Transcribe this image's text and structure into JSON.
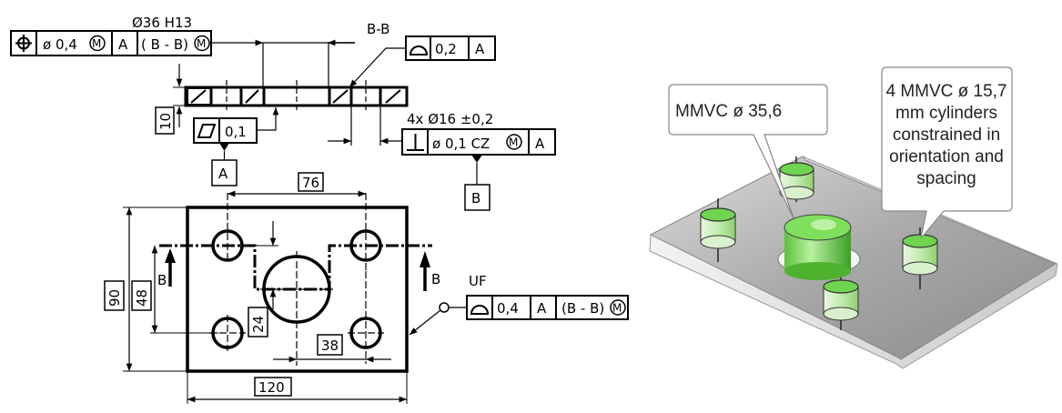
{
  "drawing": {
    "top_fcf": {
      "dimension": "Ø36 H13",
      "symbol": "position",
      "tolerance": "ø 0,4",
      "tolerance_modifier": "M",
      "datum_primary": "A",
      "datum_secondary": "( B - B)",
      "datum_modifier": "M"
    },
    "section_label": "B-B",
    "profile_fcf": {
      "symbol": "profile-of-surface",
      "tolerance": "0,2",
      "datum": "A"
    },
    "flatness_fcf": {
      "symbol": "flatness",
      "tolerance": "0,1"
    },
    "datum_a": "A",
    "thickness_dim": "10",
    "holes_callout": "4x Ø16 ±0,2",
    "perp_fcf": {
      "symbol": "perpendicularity",
      "tolerance": "ø 0,1 CZ",
      "modifier": "M",
      "datum": "A"
    },
    "datum_b": "B",
    "dims": {
      "hole_spacing_x": "76",
      "hole_spacing_y": "48",
      "height": "90",
      "width": "120",
      "offset_y": "24",
      "offset_x": "38"
    },
    "section_arrow_left": "B",
    "section_arrow_right": "B",
    "uf_fcf": {
      "label": "UF",
      "symbol": "profile-of-surface",
      "tolerance": "0,4",
      "datum_primary": "A",
      "datum_secondary": "(B - B)",
      "modifier": "M"
    }
  },
  "model": {
    "callout_center": "MMVC ø 35,6",
    "callout_holes_lines": [
      "4 MMVC  ø 15,7",
      "mm cylinders",
      "constrained in",
      "orientation and",
      "spacing"
    ],
    "colors": {
      "cylinder": "#6fd44f",
      "plate": "#b8b8b8"
    }
  }
}
